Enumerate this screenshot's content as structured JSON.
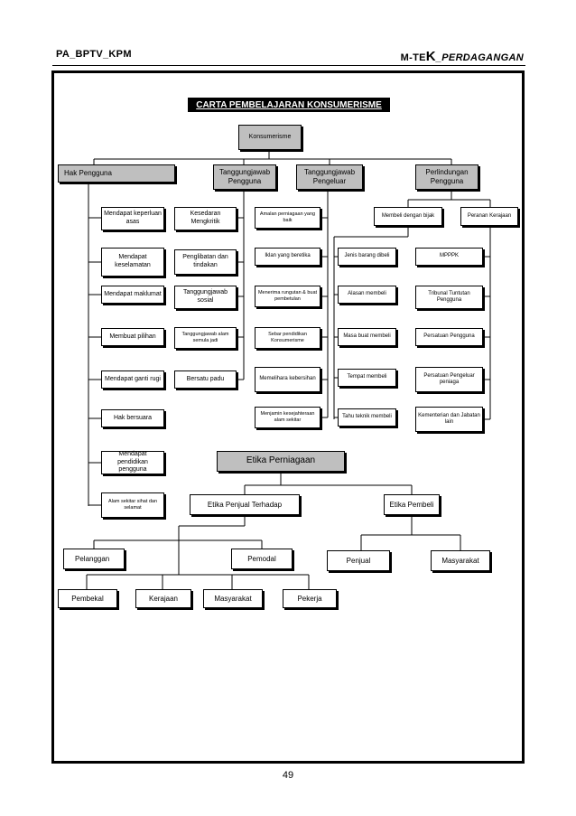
{
  "header": {
    "left": "PA_BPTV_KPM",
    "right_pre": "M-TE",
    "right_big": "K",
    "right_post": "_PERDAGANGAN"
  },
  "title": "CARTA PEMBELAJARAN KONSUMERISME",
  "root": "Konsumerisme",
  "categories": {
    "hak": "Hak Pengguna",
    "tj_pengguna": "Tanggungjawab Pengguna",
    "tj_pengeluar": "Tanggungjawab Pengeluar",
    "perlindungan": "Perlindungan Pengguna"
  },
  "hak_items": [
    "Mendapat keperluan asas",
    "Mendapat keselamatan",
    "Mendapat maklumat",
    "Membuat pilihan",
    "Mendapat ganti rugi",
    "Hak bersuara",
    "Mendapat pendidikan pengguna",
    "Alam sekitar sihat dan selamat"
  ],
  "tjp_items": [
    "Kesedaran Mengkritik",
    "Penglibatan dan tindakan",
    "Tanggungjawab sosial",
    "Tanggungjawab alam semula jadi",
    "Bersatu padu"
  ],
  "tjpe_items": [
    "Amalan perniagaan yang baik",
    "Iklan yang beretika",
    "Menerima rungutan & buat pembetulan",
    "Sebar pendidikan Konsumerisme",
    "Memelihara kebersihan",
    "Menjamin kesejahteraan alam sekitar"
  ],
  "beli_items": [
    "Membeli dengan bijak",
    "Jenis barang dibeli",
    "Alasan membeli",
    "Masa buat membeli",
    "Tempat membeli",
    "Tahu teknik membeli"
  ],
  "kerajaan_items": [
    "Peranan Kerajaan",
    "MPPPK",
    "Tribunal Tuntutan Pengguna",
    "Persatuan Pengguna",
    "Persatuan Pengeluar peniaga",
    "Kementerian dan Jabatan lain"
  ],
  "etika": {
    "title": "Etika Perniagaan",
    "penjual": "Etika Penjual Terhadap",
    "pembeli": "Etika Pembeli",
    "pelanggan": "Pelanggan",
    "pemodal": "Pemodal",
    "penjual_item": "Penjual",
    "masyarakat_b": "Masyarakat",
    "pembekal": "Pembekal",
    "kerajaan": "Kerajaan",
    "masyarakat": "Masyarakat",
    "pekerja": "Pekerja"
  },
  "page_number": "49"
}
